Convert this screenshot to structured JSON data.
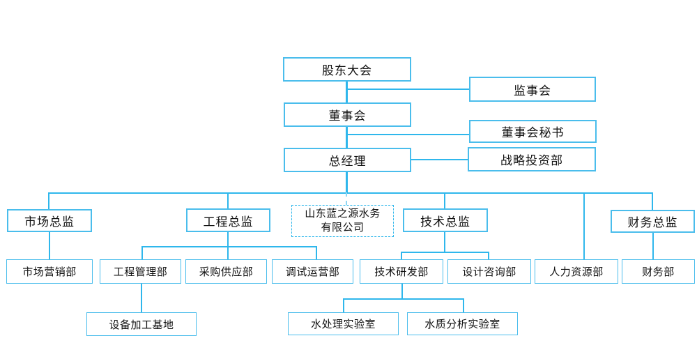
{
  "colors": {
    "line": "#2fb7ec",
    "box_border": "#4abdec",
    "text": "#111111",
    "background": "#ffffff"
  },
  "org": {
    "governance": {
      "shareholders": "股东大会",
      "supervisory_board": "监事会",
      "board_of_directors": "董事会",
      "board_secretary": "董事会秘书",
      "general_manager": "总经理",
      "strategic_investment": "战略投资部"
    },
    "company": {
      "line1": "山东蓝之源水务",
      "line2": "有限公司"
    },
    "directors": {
      "marketing": "市场总监",
      "engineering": "工程总监",
      "technology": "技术总监",
      "finance": "财务总监"
    },
    "departments": {
      "marketing": "市场营销部",
      "engineering_management": "工程管理部",
      "procurement_supply": "采购供应部",
      "commissioning_operations": "调试运营部",
      "technology_rnd": "技术研发部",
      "design_consulting": "设计咨询部",
      "human_resources": "人力资源部",
      "finance": "财务部"
    },
    "sub_units": {
      "equipment_base": "设备加工基地",
      "water_treatment_lab": "水处理实验室",
      "water_quality_lab": "水质分析实验室"
    }
  }
}
